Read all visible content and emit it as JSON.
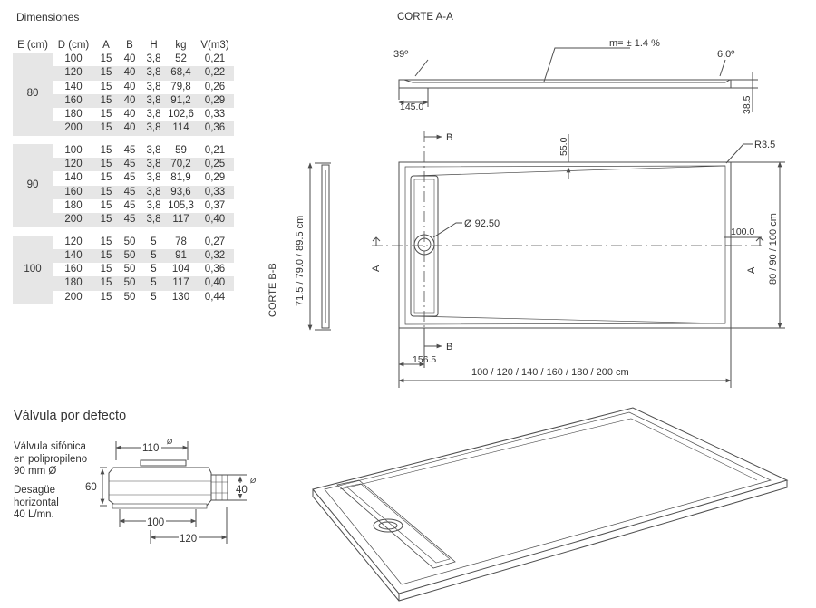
{
  "dimensions": {
    "title": "Dimensiones",
    "columns": [
      "E (cm)",
      "D (cm)",
      "A",
      "B",
      "H",
      "kg",
      "V(m3)"
    ],
    "groups": [
      {
        "e": "80",
        "rows": [
          [
            "100",
            "15",
            "40",
            "3,8",
            "52",
            "0,21"
          ],
          [
            "120",
            "15",
            "40",
            "3,8",
            "68,4",
            "0,22"
          ],
          [
            "140",
            "15",
            "40",
            "3,8",
            "79,8",
            "0,26"
          ],
          [
            "160",
            "15",
            "40",
            "3,8",
            "91,2",
            "0,29"
          ],
          [
            "180",
            "15",
            "40",
            "3,8",
            "102,6",
            "0,33"
          ],
          [
            "200",
            "15",
            "40",
            "3,8",
            "114",
            "0,36"
          ]
        ]
      },
      {
        "e": "90",
        "rows": [
          [
            "100",
            "15",
            "45",
            "3,8",
            "59",
            "0,21"
          ],
          [
            "120",
            "15",
            "45",
            "3,8",
            "70,2",
            "0,25"
          ],
          [
            "140",
            "15",
            "45",
            "3,8",
            "81,9",
            "0,29"
          ],
          [
            "160",
            "15",
            "45",
            "3,8",
            "93,6",
            "0,33"
          ],
          [
            "180",
            "15",
            "45",
            "3,8",
            "105,3",
            "0,37"
          ],
          [
            "200",
            "15",
            "45",
            "3,8",
            "117",
            "0,40"
          ]
        ]
      },
      {
        "e": "100",
        "rows": [
          [
            "120",
            "15",
            "50",
            "5",
            "78",
            "0,27"
          ],
          [
            "140",
            "15",
            "50",
            "5",
            "91",
            "0,32"
          ],
          [
            "160",
            "15",
            "50",
            "5",
            "104",
            "0,36"
          ],
          [
            "180",
            "15",
            "50",
            "5",
            "117",
            "0,40"
          ],
          [
            "200",
            "15",
            "50",
            "5",
            "130",
            "0,44"
          ]
        ]
      }
    ]
  },
  "corte_aa": {
    "title": "CORTE A-A",
    "angle_left": "39º",
    "slope": "m= ± 1.4 %",
    "angle_right": "6.0º",
    "width_left": "145.0",
    "height_right": "38.5"
  },
  "plan": {
    "section_b_top": "B",
    "section_b_bottom": "B",
    "section_a_left": "A",
    "section_a_right": "A",
    "dim_top": "55.0",
    "radius": "R3.5",
    "drain_diameter": "Ø 92.50",
    "dim_right": "100.0",
    "dim_bottom_left": "156.5",
    "length": "100 / 120 / 140 / 160 / 180 / 200 cm",
    "width": "80 / 90 / 100 cm"
  },
  "corte_bb": {
    "title": "CORTE B-B",
    "dims": "71.5 / 79.0 / 89.5 cm"
  },
  "valve": {
    "title": "Válvula por defecto",
    "desc_lines": [
      "Válvula sifónica",
      "en polipropileno",
      "90 mm Ø"
    ],
    "drain_lines": [
      "Desagüe",
      "horizontal",
      "40 L/mn."
    ],
    "dim_110": "110",
    "diameter_symbol": "Ø",
    "dim_60": "60",
    "dim_40": "40",
    "dim_100": "100",
    "dim_120": "120"
  },
  "colors": {
    "line": "#4d4d4d",
    "shade": "#e6e6e6",
    "text": "#333333"
  }
}
